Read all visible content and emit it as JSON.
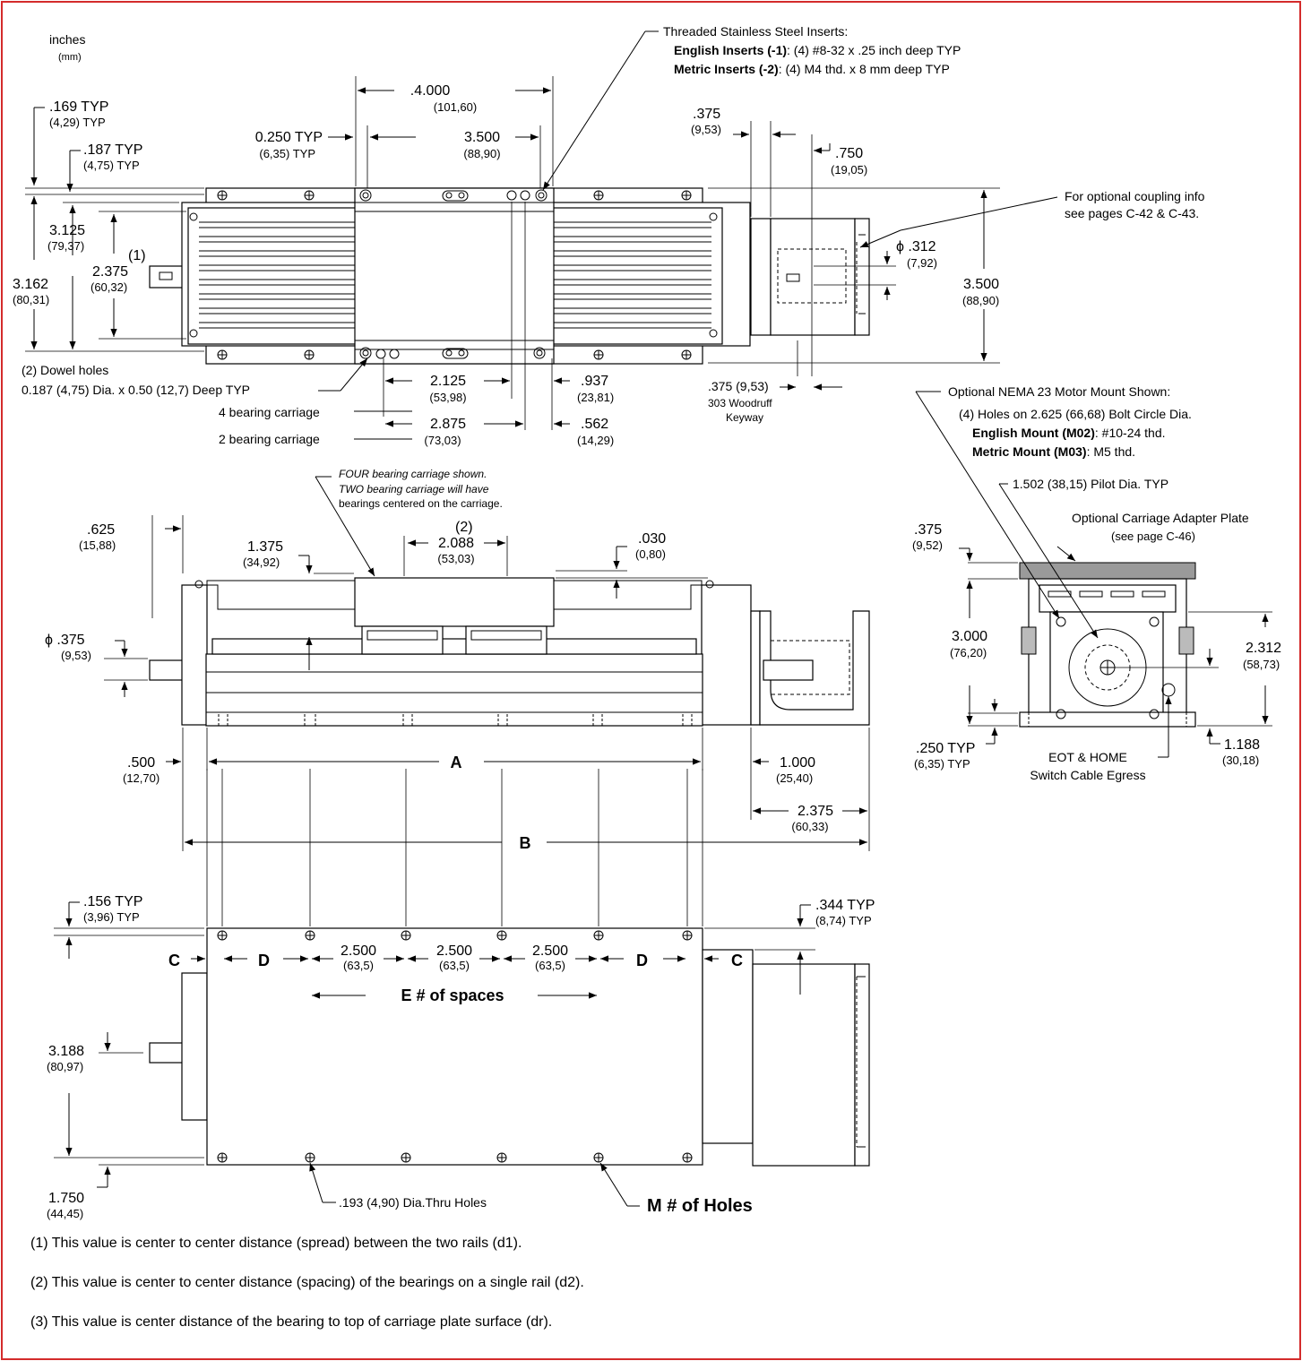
{
  "units": {
    "primary": "inches",
    "secondary": "(mm)"
  },
  "top_view": {
    "inserts_title": "Threaded Stainless Steel Inserts:",
    "english_inserts_label": "English Inserts (-1)",
    "english_inserts_spec": ": (4) #8-32 x .25 inch deep TYP",
    "metric_inserts_label": "Metric Inserts (-2)",
    "metric_inserts_spec": ": (4) M4 thd. x 8 mm deep TYP",
    "d_4000": ".4.000",
    "d_4000_mm": "(101,60)",
    "d_3500": "3.500",
    "d_3500_mm": "(88,90)",
    "d_0250": "0.250 TYP",
    "d_0250_mm": "(6,35) TYP",
    "d_169": ".169 TYP",
    "d_169_mm": "(4,29) TYP",
    "d_187": ".187 TYP",
    "d_187_mm": "(4,75) TYP",
    "d_3125": "3.125",
    "d_3125_mm": "(79,37)",
    "d_2375": "2.375",
    "d_2375_mm": "(60,32)",
    "note1": "(1)",
    "d_3162": "3.162",
    "d_3162_mm": "(80,31)",
    "dowel_line1": "(2) Dowel holes",
    "dowel_line2": "0.187 (4,75) Dia. x 0.50 (12,7) Deep TYP",
    "d_2125": "2.125",
    "d_2125_mm": "(53,98)",
    "d_937": ".937",
    "d_937_mm": "(23,81)",
    "four_bearing": "4 bearing carriage",
    "two_bearing": "2 bearing carriage",
    "d_2875": "2.875",
    "d_2875_mm": "(73,03)",
    "d_562": ".562",
    "d_562_mm": "(14,29)",
    "d_375a": ".375",
    "d_375a_mm": "(9,53)",
    "d_750": ".750",
    "d_750_mm": "(19,05)",
    "coupling_line1": "For optional coupling info",
    "coupling_line2": "see pages C-42 & C-43.",
    "d_312": "ϕ .312",
    "d_312_mm": "(7,92)",
    "d_3500r": "3.500",
    "d_3500r_mm": "(88,90)",
    "keyway_line1": ".375 (9,53)",
    "keyway_line2": "303 Woodruff",
    "keyway_line3": "Keyway"
  },
  "side_view": {
    "carriage_note1": "FOUR bearing carriage shown.",
    "carriage_note2": "TWO bearing carriage will have",
    "carriage_note3": "bearings centered on the carriage.",
    "d_625": ".625",
    "d_625_mm": "(15,88)",
    "d_1375": "1.375",
    "d_1375_mm": "(34,92)",
    "note2": "(2)",
    "d_2088": "2.088",
    "d_2088_mm": "(53,03)",
    "d_030": ".030",
    "d_030_mm": "(0,80)",
    "d_375": "ϕ .375",
    "d_375_mm": "(9,53)",
    "d_500": ".500",
    "d_500_mm": "(12,70)",
    "label_a": "A",
    "d_1000": "1.000",
    "d_1000_mm": "(25,40)",
    "d_2375": "2.375",
    "d_2375_mm": "(60,33)",
    "label_b": "B"
  },
  "end_view": {
    "nema_title": "Optional NEMA 23 Motor Mount Shown:",
    "nema_holes": "(4) Holes on 2.625 (66,68) Bolt Circle Dia.",
    "english_mount_label": "English Mount (M02)",
    "english_mount_spec": ": #10-24 thd.",
    "metric_mount_label": "Metric Mount (M03)",
    "metric_mount_spec": ": M5 thd.",
    "pilot": "1.502 (38,15) Pilot Dia. TYP",
    "adapter_line1": "Optional Carriage Adapter Plate",
    "adapter_line2": "(see page C-46)",
    "d_375": ".375",
    "d_375_mm": "(9,52)",
    "d_3000": "3.000",
    "d_3000_mm": "(76,20)",
    "d_2312": "2.312",
    "d_2312_mm": "(58,73)",
    "d_250": ".250 TYP",
    "d_250_mm": "(6,35) TYP",
    "d_1188": "1.188",
    "d_1188_mm": "(30,18)",
    "eot_line1": "EOT & HOME",
    "eot_line2": "Switch Cable Egress"
  },
  "bottom_view": {
    "c_left": "C",
    "c_right": "C",
    "d_left": "D",
    "d_right": "D",
    "sp1": "2.500",
    "sp1_mm": "(63,5)",
    "sp2": "2.500",
    "sp2_mm": "(63,5)",
    "sp3": "2.500",
    "sp3_mm": "(63,5)",
    "e_spaces": "E # of spaces",
    "d_156": ".156 TYP",
    "d_156_mm": "(3,96) TYP",
    "d_344": ".344 TYP",
    "d_344_mm": "(8,74) TYP",
    "d_3188": "3.188",
    "d_3188_mm": "(80,97)",
    "d_1750": "1.750",
    "d_1750_mm": "(44,45)",
    "thru_holes": ".193 (4,90) Dia.Thru Holes",
    "m_holes": "M # of Holes"
  },
  "notes": [
    "(1) This value is center to center distance (spread) between the two rails (d1).",
    "(2) This value is center to center distance (spacing) of the bearings on a single rail (d2).",
    "(3) This value is center distance of the bearing to top of carriage plate surface (dr)."
  ],
  "border_color": "#d42b2b"
}
